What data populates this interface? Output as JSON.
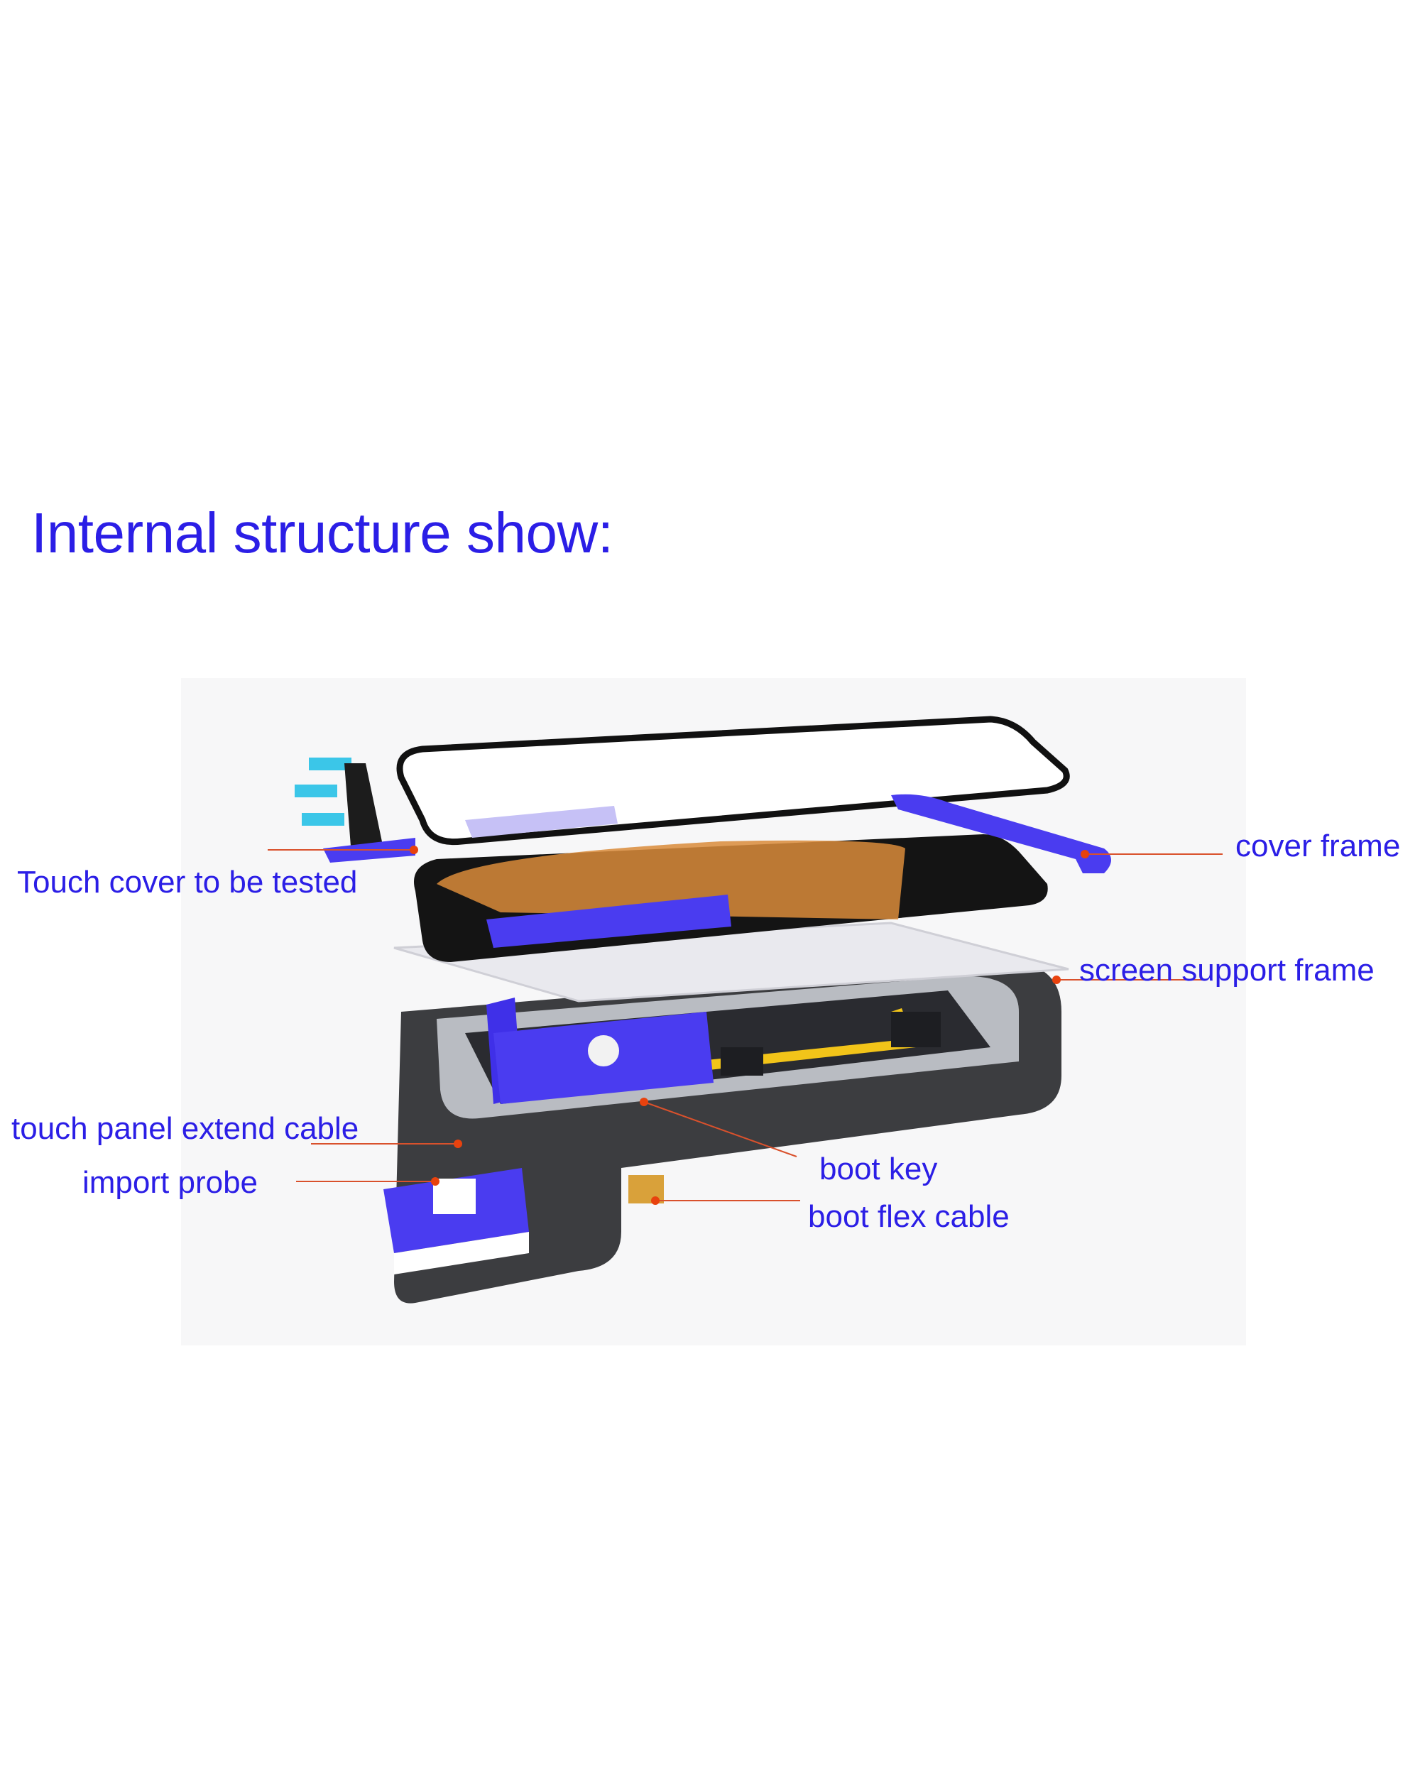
{
  "title": "Internal structure show:",
  "labels": {
    "cover_frame": "cover frame",
    "touch_cover": "Touch cover to be tested",
    "screen_support_frame": "screen support frame",
    "touch_panel_extend_cable": "touch panel extend cable",
    "import_probe": "import probe",
    "boot_key": "boot key",
    "boot_flex_cable": "boot flex cable"
  },
  "colors": {
    "label": "#2b1ee6",
    "accent_blue": "#4a3cf0",
    "leader_line": "#d9512c",
    "base": "#3c3d40"
  }
}
